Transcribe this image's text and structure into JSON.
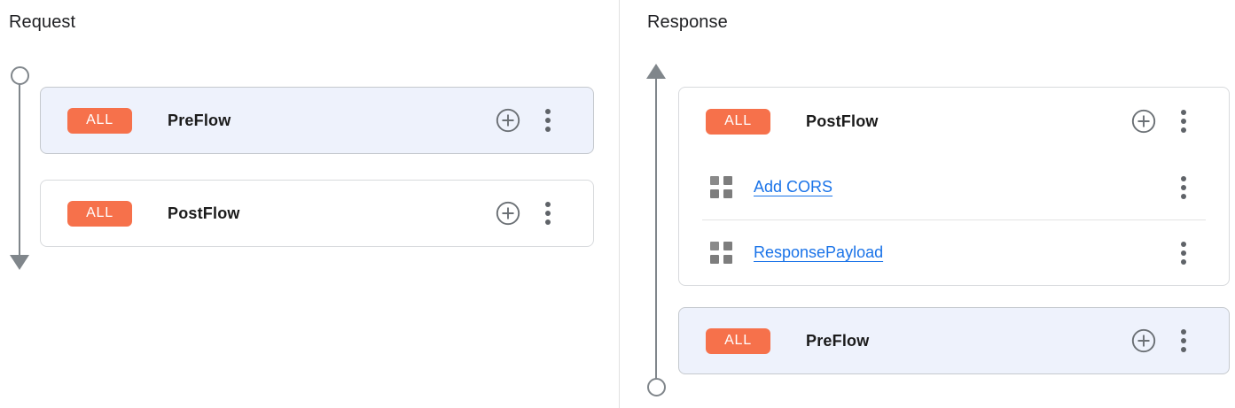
{
  "request": {
    "title": "Request",
    "flows": [
      {
        "badge": "ALL",
        "label": "PreFlow",
        "highlighted": true
      },
      {
        "badge": "ALL",
        "label": "PostFlow",
        "highlighted": false
      }
    ]
  },
  "response": {
    "title": "Response",
    "flows": [
      {
        "badge": "ALL",
        "label": "PostFlow",
        "highlighted": false,
        "policies": [
          {
            "label": "Add CORS"
          },
          {
            "label": "ResponsePayload"
          }
        ]
      },
      {
        "badge": "ALL",
        "label": "PreFlow",
        "highlighted": true
      }
    ]
  },
  "icons": {
    "add_policy": "plus-circle",
    "more_options": "more-vert-dots",
    "policy_handle": "grid-squares",
    "request_rail": "circle-start-arrow-down-end",
    "response_rail": "arrow-up-start-circle-end"
  },
  "colors": {
    "badge_orange": "#f6714b",
    "link_blue": "#1a73e8",
    "highlight_card_bg": "#eef2fc",
    "rail_gray": "#80868b",
    "card_border": "#d8dadd"
  }
}
